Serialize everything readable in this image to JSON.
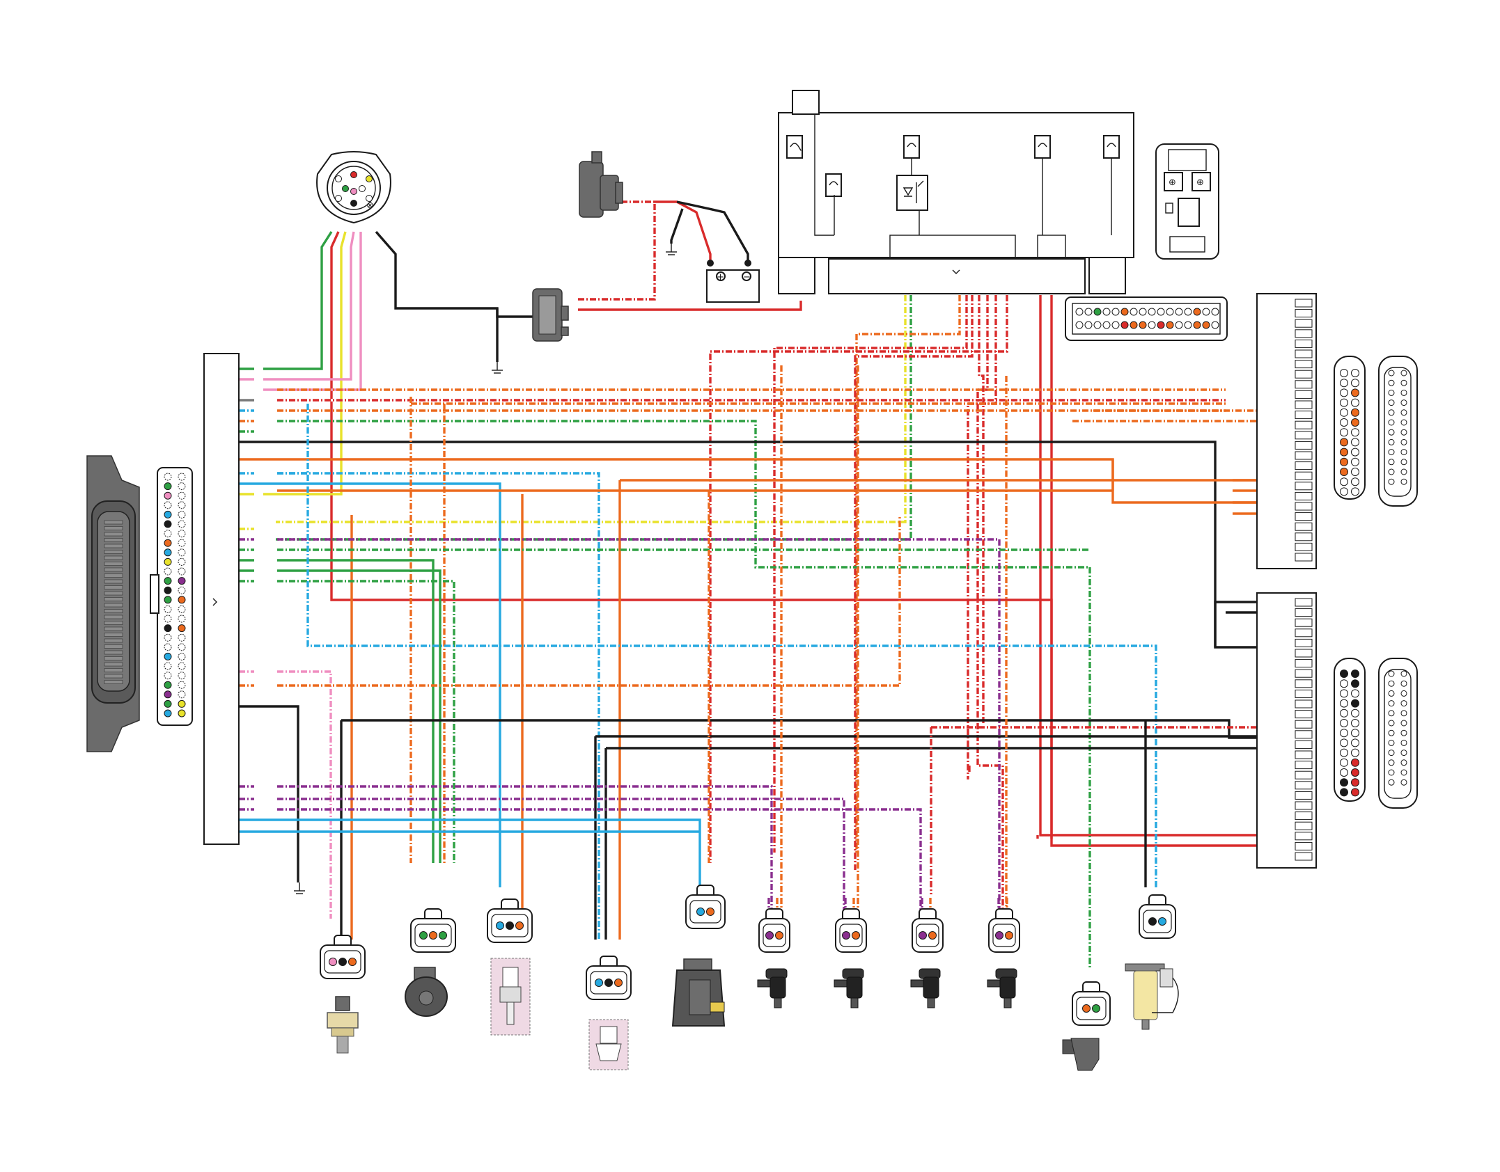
{
  "colors": {
    "black": "#1a1a1a",
    "red": "#d92b2b",
    "orange": "#ec6a1e",
    "green": "#2ea043",
    "blue": "#26a9e0",
    "pink": "#ef8ec0",
    "yellow": "#e8e22b",
    "purple": "#8a2f8f",
    "brown": "#8b5a2b",
    "gray": "#7a7a7a",
    "white": "#ffffff",
    "sensor_highlight": "#efd9e4"
  },
  "icons": {
    "battery_positive": "+",
    "battery_negative": "−",
    "fuse": "fuse-icon",
    "relay": "relay-icon",
    "ground": "ground-icon",
    "fuel_injector": "fuel-injector-icon",
    "ecm": "ecm-icon",
    "starter_solenoid": "solenoid-icon",
    "fuel_pump": "fuel-pump-icon",
    "water_separator": "water-separator-icon"
  },
  "components": {
    "ecm_connector_pins": 26,
    "injectors": 4,
    "sensors": 5
  }
}
